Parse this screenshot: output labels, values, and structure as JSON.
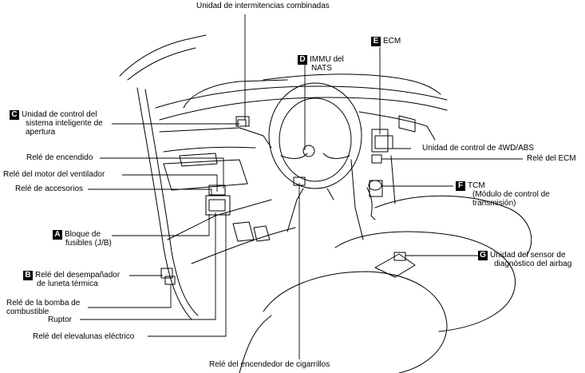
{
  "labels": {
    "unidad_intermitencias": "Unidad de intermitencias combinadas",
    "ecm": "ECM",
    "immu_line1": "IMMU del",
    "immu_line2": "NATS",
    "c_line1": "Unidad de control del",
    "c_line2": "sistema inteligente de",
    "c_line3": "apertura",
    "rele_encendido": "Relé de encendido",
    "rele_ventilador": "Relé del motor del ventilador",
    "rele_accesorios": "Relé de accesorios",
    "unidad_4wd": "Unidad de control de 4WD/ABS",
    "rele_ecm": "Relé del ECM",
    "tcm_line1": "TCM",
    "tcm_line2": "(Módulo de control de",
    "tcm_line3": "transmisión)",
    "bloque_line1": "Bloque de",
    "bloque_line2": "fusibles (J/B)",
    "airbag_line1": "Unidad del sensor de",
    "airbag_line2": "diagnóstico del airbag",
    "b_line1": "Relé del desempañador",
    "b_line2": "de luneta térmica",
    "bomba_line1": "Relé de la bomba de",
    "bomba_line2": "combustible",
    "ruptor": "Ruptor",
    "elevalunas": "Relé del elevalunas eléctrico",
    "cigarrillos": "Relé del encendedor de cigarrillos"
  },
  "badges": {
    "a": "A",
    "b": "B",
    "c": "C",
    "d": "D",
    "e": "E",
    "f": "F",
    "g": "G"
  }
}
